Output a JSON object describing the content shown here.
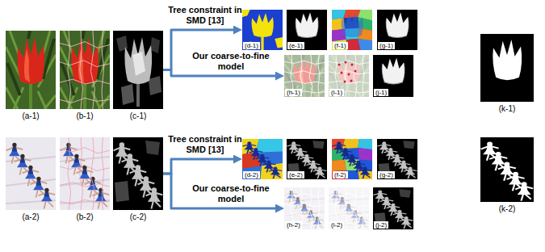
{
  "diagram": {
    "nodes": [
      {
        "text": [
          "(a-1)"
        ]
      },
      {
        "text": [
          "(b-1)"
        ]
      },
      {
        "text": [
          "(c-1)"
        ]
      },
      {
        "text": [
          "(d-1)"
        ]
      },
      {
        "text": [
          "(e-1)"
        ]
      },
      {
        "text": [
          "(f-1)"
        ]
      },
      {
        "text": [
          "(g-1)"
        ]
      },
      {
        "text": [
          "(h-1)"
        ]
      },
      {
        "text": [
          "(i-1)"
        ]
      },
      {
        "text": [
          "(j-1)"
        ]
      },
      {
        "text": [
          "(k-1)"
        ]
      },
      {
        "text": [
          "(a-2)"
        ]
      },
      {
        "text": [
          "(b-2)"
        ]
      },
      {
        "text": [
          "(c-2)"
        ]
      },
      {
        "text": [
          "(d-2)"
        ]
      },
      {
        "text": [
          "(e-2)"
        ]
      },
      {
        "text": [
          "(f-2)"
        ]
      },
      {
        "text": [
          "(g-2)"
        ]
      },
      {
        "text": [
          "(h-2)"
        ]
      },
      {
        "text": [
          "(i-2)"
        ]
      },
      {
        "text": [
          "(j-2)"
        ]
      },
      {
        "text": [
          "(k-2)"
        ]
      }
    ],
    "edges": [
      {
        "from": 2,
        "to": 3,
        "label": "Tree constraint in SMD [13]",
        "arrow": "to"
      },
      {
        "from": 2,
        "to": 7,
        "label": "Our coarse-to-fine model",
        "arrow": "to"
      },
      {
        "from": 13,
        "to": 14,
        "label": "Tree constraint in SMD [13]",
        "arrow": "to"
      },
      {
        "from": 13,
        "to": 18,
        "label": "Our coarse-to-fine model",
        "arrow": "to"
      }
    ]
  }
}
